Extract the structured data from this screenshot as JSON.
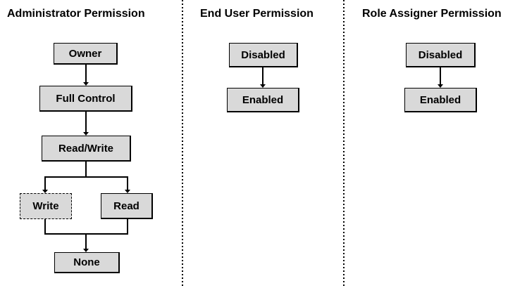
{
  "diagram": {
    "type": "flowchart",
    "background": "#ffffff",
    "node_fill": "#d9d9d9",
    "node_border": "#000000",
    "text_color": "#000000",
    "separator_style": "dotted",
    "columns": [
      {
        "title": "Administrator Permission",
        "nodes": [
          {
            "label": "Owner",
            "border": "solid"
          },
          {
            "label": "Full Control",
            "border": "solid"
          },
          {
            "label": "Read/Write",
            "border": "solid"
          },
          {
            "label": "Write",
            "border": "dashed"
          },
          {
            "label": "Read",
            "border": "solid"
          },
          {
            "label": "None",
            "border": "solid"
          }
        ],
        "edges": [
          {
            "from": "Owner",
            "to": "Full Control"
          },
          {
            "from": "Full Control",
            "to": "Read/Write"
          },
          {
            "from": "Read/Write",
            "to": "Write"
          },
          {
            "from": "Read/Write",
            "to": "Read"
          },
          {
            "from": "Write",
            "to": "None"
          },
          {
            "from": "Read",
            "to": "None"
          }
        ]
      },
      {
        "title": "End User Permission",
        "nodes": [
          {
            "label": "Disabled",
            "border": "solid"
          },
          {
            "label": "Enabled",
            "border": "solid"
          }
        ],
        "edges": [
          {
            "from": "Disabled",
            "to": "Enabled"
          }
        ]
      },
      {
        "title": "Role Assigner Permission",
        "nodes": [
          {
            "label": "Disabled",
            "border": "solid"
          },
          {
            "label": "Enabled",
            "border": "solid"
          }
        ],
        "edges": [
          {
            "from": "Disabled",
            "to": "Enabled"
          }
        ]
      }
    ]
  }
}
